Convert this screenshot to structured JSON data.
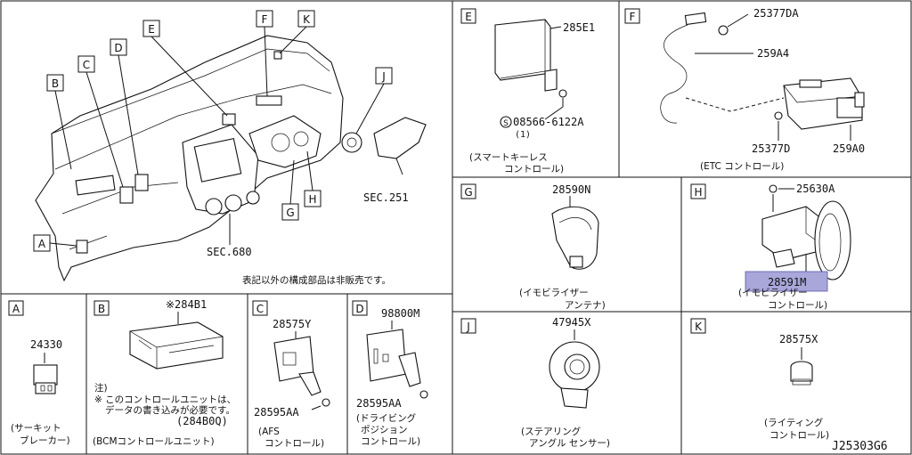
{
  "main_view": {
    "callouts": [
      "A",
      "B",
      "C",
      "D",
      "E",
      "F",
      "K",
      "J",
      "G",
      "H"
    ],
    "sec_680": "SEC.680",
    "sec_251": "SEC.251",
    "note": "表記以外の構成部品は非販売です。"
  },
  "panel_E": {
    "letter": "E",
    "part_1": "285E1",
    "part_2": "08566-6122A",
    "qty": "(1)",
    "caption_1": "(スマートキーレス",
    "caption_2": "コントロール)"
  },
  "panel_F": {
    "letter": "F",
    "part_1": "25377DA",
    "part_2": "259A4",
    "part_3": "25377D",
    "part_4": "259A0",
    "caption_1": "(ETC コントロール)"
  },
  "panel_G": {
    "letter": "G",
    "part_1": "28590N",
    "caption_1": "(イモビライザー",
    "caption_2": "アンテナ)"
  },
  "panel_H": {
    "letter": "H",
    "part_1": "25630A",
    "part_2": "28591M",
    "caption_1": "(イモビライザー",
    "caption_2": "コントロール)"
  },
  "panel_A": {
    "letter": "A",
    "part_1": "24330",
    "caption_1": "(サーキット",
    "caption_2": "ブレーカー)"
  },
  "panel_B": {
    "letter": "B",
    "part_1": "※284B1",
    "note_1": "注)",
    "note_2": "※ このコントロールユニットは、",
    "note_3": "データの書き込みが必要です。",
    "note_4": "(284B0Q)",
    "caption_1": "(BCMコントロールユニット)"
  },
  "panel_C": {
    "letter": "C",
    "part_1": "28575Y",
    "part_2": "28595AA",
    "caption_1": "(AFS",
    "caption_2": "コントロール)"
  },
  "panel_D": {
    "letter": "D",
    "part_1": "98800M",
    "part_2": "28595AA",
    "caption_1": "(ドライビング",
    "caption_2": "ポジション",
    "caption_3": "コントロール)"
  },
  "panel_J": {
    "letter": "J",
    "part_1": "47945X",
    "caption_1": "(ステアリング",
    "caption_2": "アングル センサー)"
  },
  "panel_K": {
    "letter": "K",
    "part_1": "28575X",
    "caption_1": "(ライティング",
    "caption_2": "コントロール)"
  },
  "diagram_id": "J25303G6",
  "colors": {
    "line": "#111111",
    "highlight": "#a9a6da"
  }
}
